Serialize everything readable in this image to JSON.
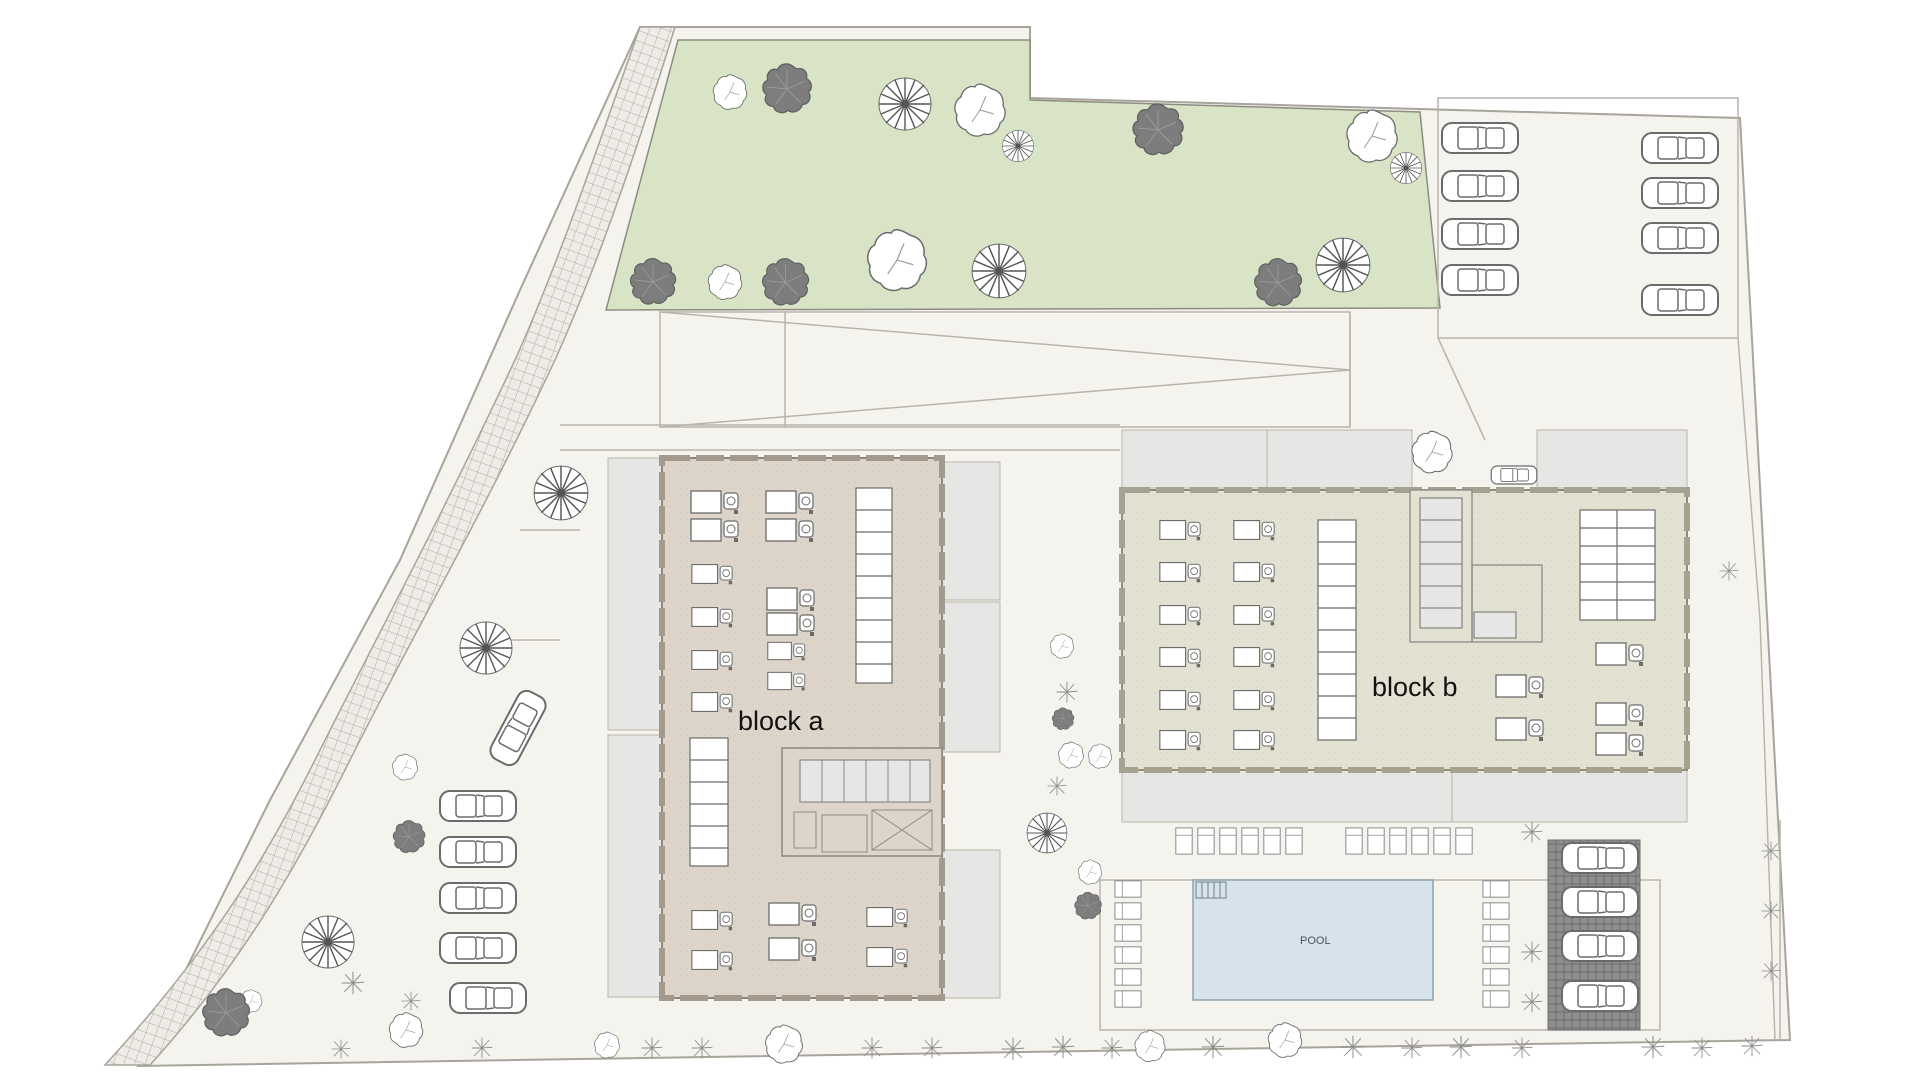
{
  "labels": {
    "block_a": "block a",
    "block_b": "block b",
    "pool": "POOL"
  },
  "colors": {
    "background": "#ffffff",
    "site": "#f5f3ee",
    "line": "#a9a49b",
    "garden": "#d9e4c7",
    "block_a_floor": "#ddd5ca",
    "block_b_floor": "#e3e1d2",
    "annex": "#e6e6e4",
    "pool_water": "#d6e3ea",
    "tree_dark": "#7d7d7d",
    "hatch": "#b0aca4"
  },
  "icons": {
    "tree": "tree-icon",
    "tree_outline": "tree-outline-icon",
    "car": "car-icon",
    "desk": "desk-icon",
    "sunbed": "sunbed-icon"
  }
}
